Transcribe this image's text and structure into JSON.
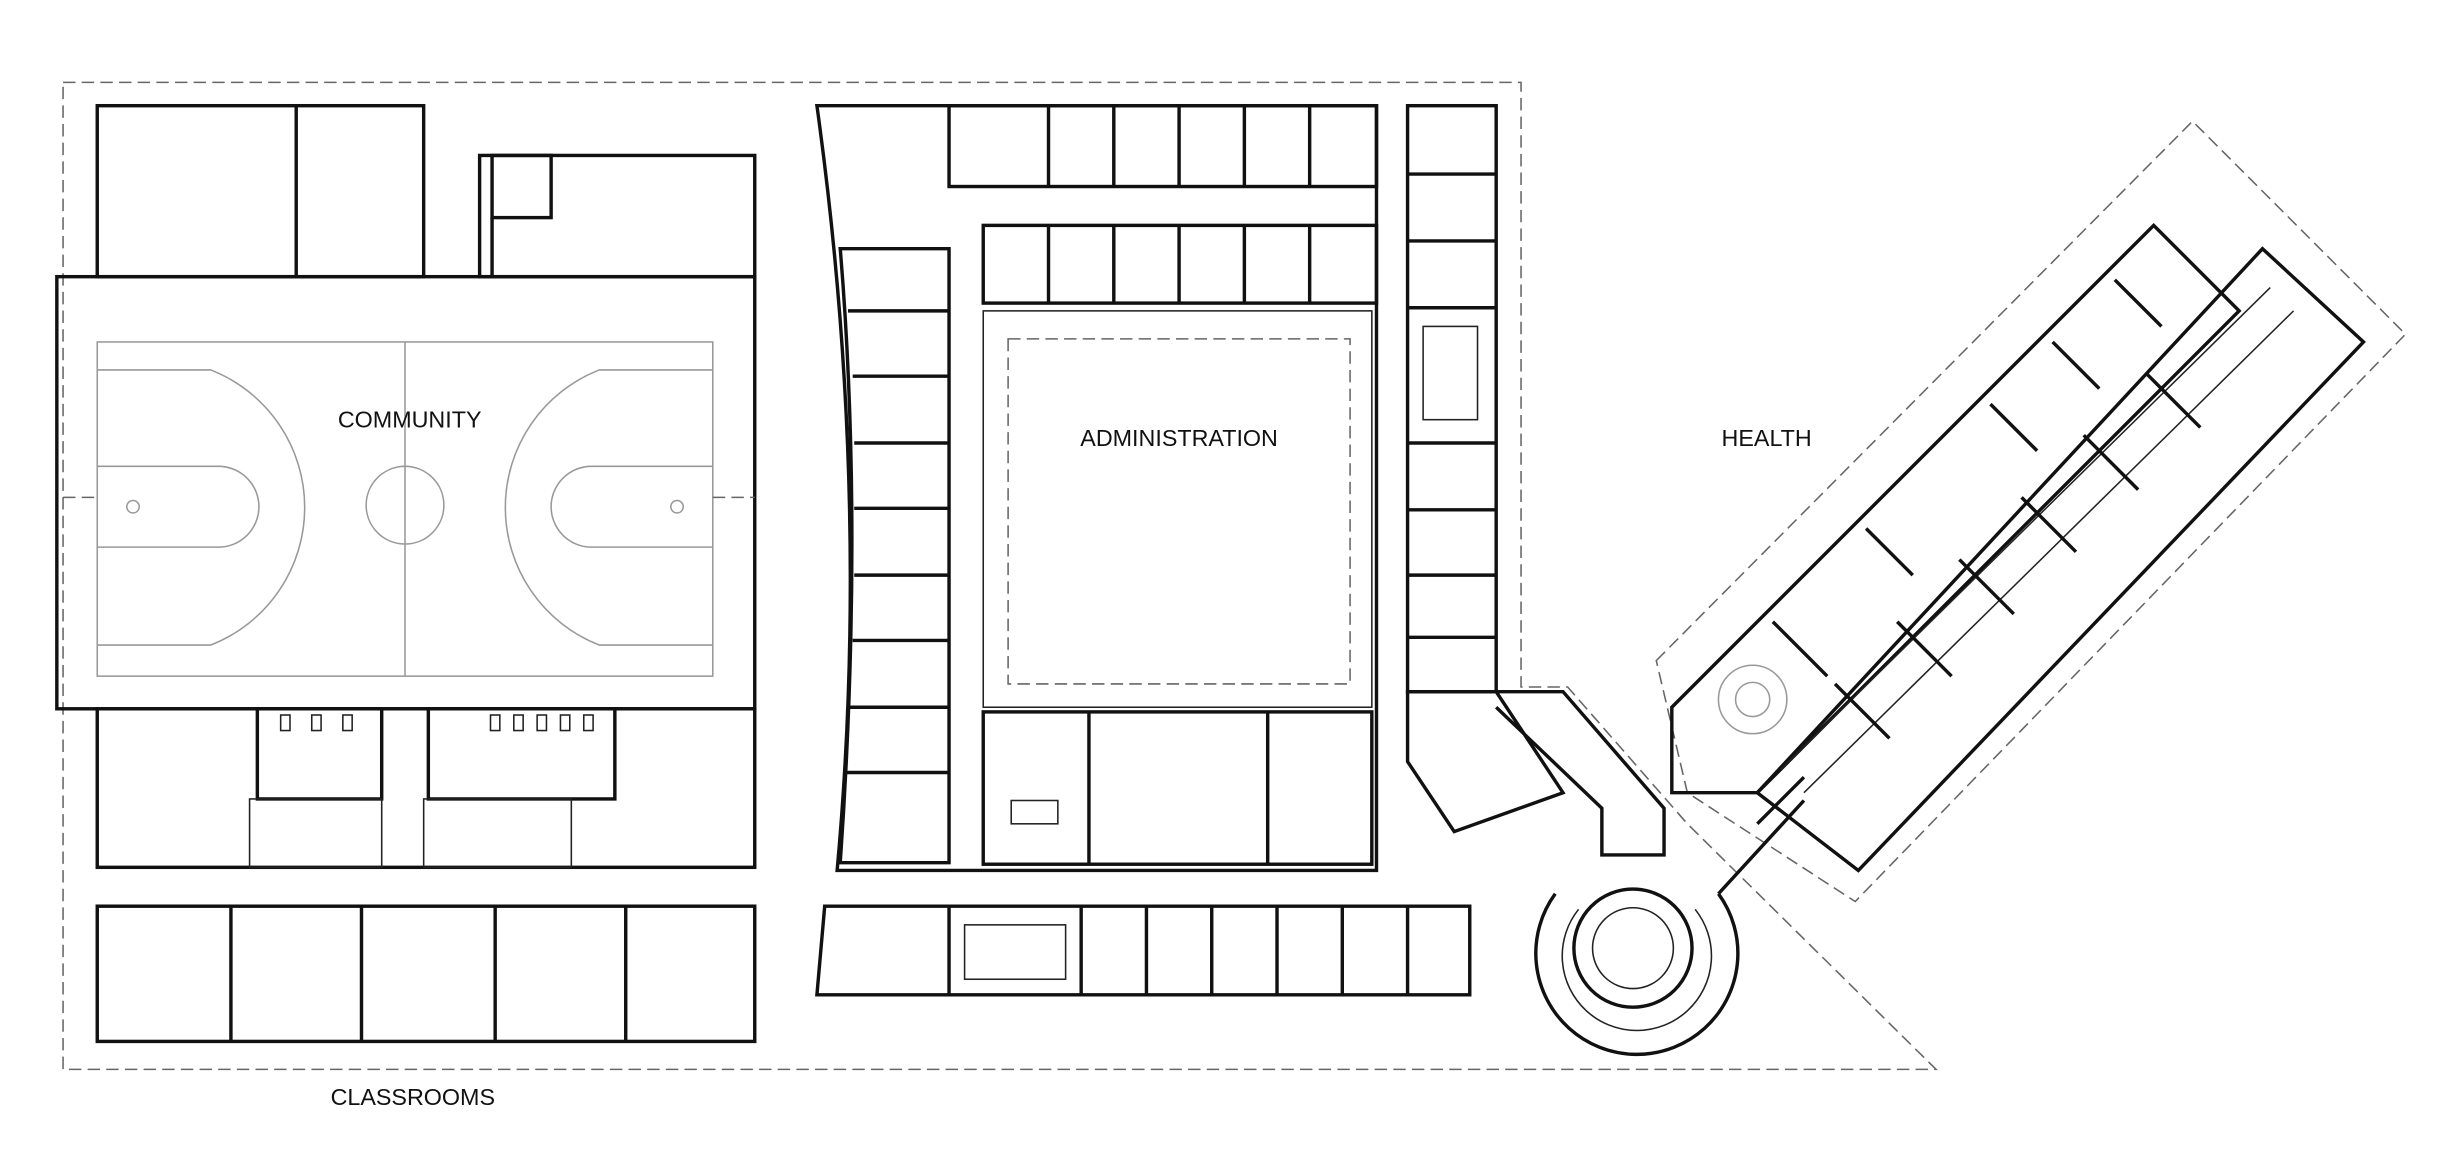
{
  "plan": {
    "labels": {
      "community": "COMMUNITY",
      "administration": "ADMINISTRATION",
      "health": "HEALTH",
      "classrooms": "CLASSROOMS"
    },
    "colors": {
      "wall": "#111111",
      "court": "#999999",
      "boundary": "#666666"
    }
  }
}
